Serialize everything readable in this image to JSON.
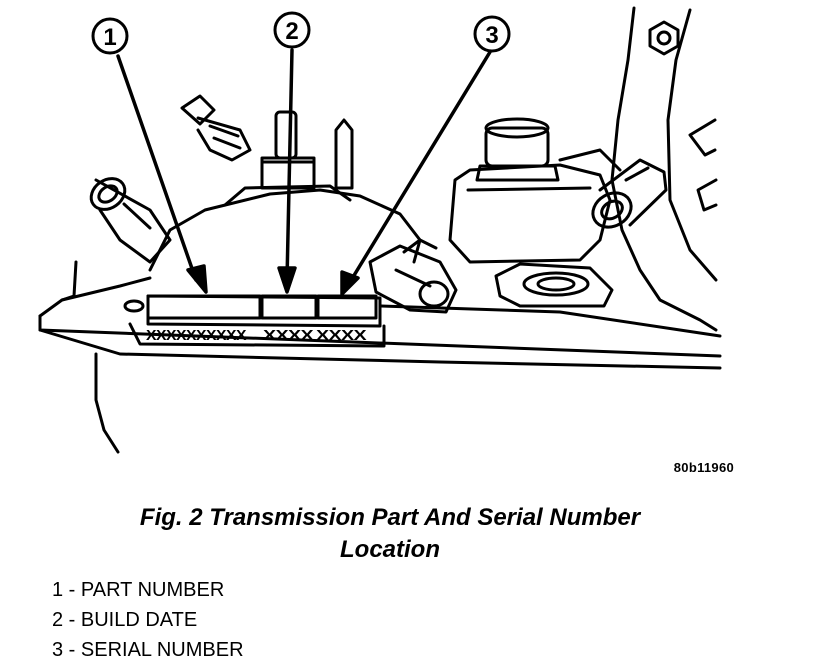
{
  "figure": {
    "code": "80b11960",
    "caption_line1": "Fig. 2 Transmission Part And Serial Number",
    "caption_line2": "Location"
  },
  "callouts": [
    {
      "number": "1",
      "label": "PART NUMBER",
      "stamp": "XXXXXXXXXX"
    },
    {
      "number": "2",
      "label": "BUILD DATE",
      "stamp": "XXXX"
    },
    {
      "number": "3",
      "label": "SERIAL NUMBER",
      "stamp": "XXXX"
    }
  ],
  "legend": [
    "1 - PART NUMBER",
    "2 - BUILD DATE",
    "3 - SERIAL NUMBER"
  ]
}
